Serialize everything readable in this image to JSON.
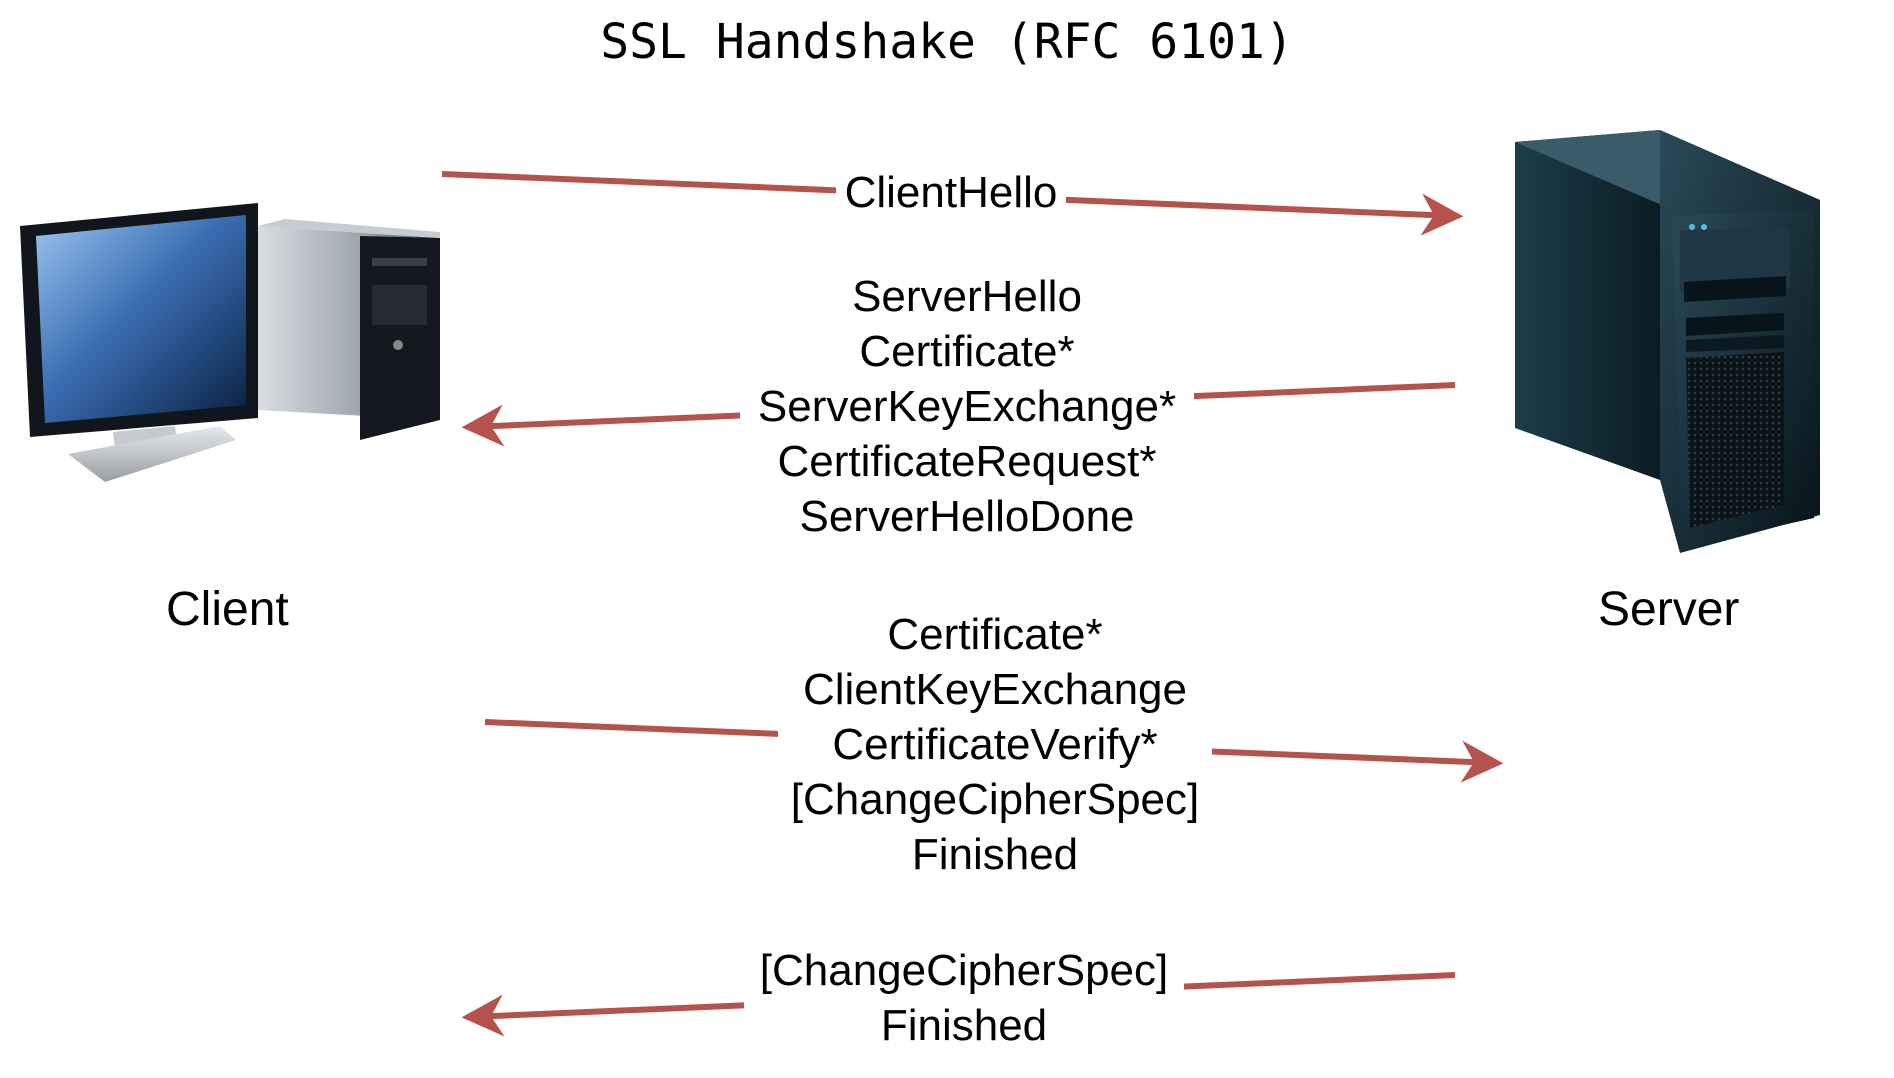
{
  "title": "SSL Handshake (RFC 6101)",
  "colors": {
    "arrow": "#b5524c"
  },
  "nodes": {
    "client": {
      "label": "Client",
      "icon": "desktop-computer-icon"
    },
    "server": {
      "label": "Server",
      "icon": "server-tower-icon"
    }
  },
  "messages": [
    {
      "direction": "client-to-server",
      "lines": [
        "ClientHello"
      ]
    },
    {
      "direction": "server-to-client",
      "lines": [
        "ServerHello",
        "Certificate*",
        "ServerKeyExchange*",
        "CertificateRequest*",
        "ServerHelloDone"
      ]
    },
    {
      "direction": "client-to-server",
      "lines": [
        "Certificate*",
        "ClientKeyExchange",
        "CertificateVerify*",
        "[ChangeCipherSpec]",
        "Finished"
      ]
    },
    {
      "direction": "server-to-client",
      "lines": [
        "[ChangeCipherSpec]",
        "Finished"
      ]
    }
  ]
}
